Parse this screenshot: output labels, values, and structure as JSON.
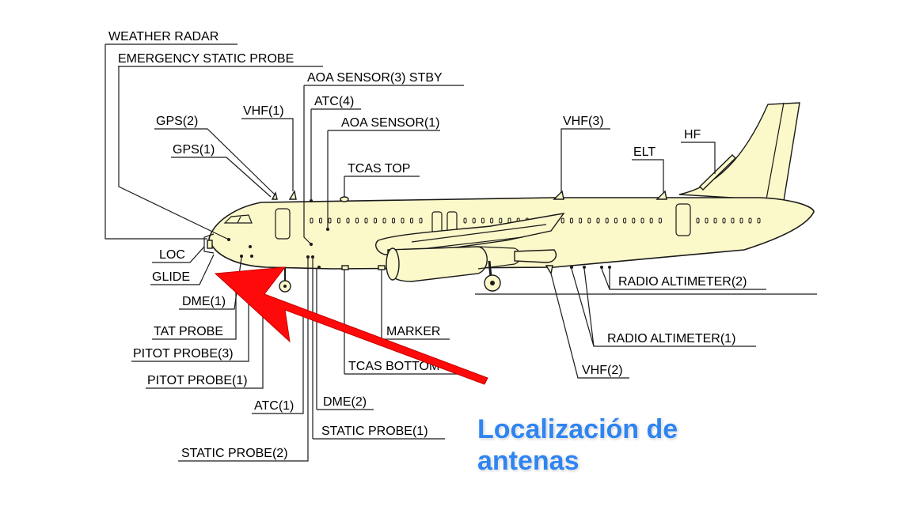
{
  "labels": {
    "weather_radar": "WEATHER RADAR",
    "emergency_static_probe": "EMERGENCY STATIC PROBE",
    "aoa_sensor_3_stby": "AOA SENSOR(3) STBY",
    "atc_4": "ATC(4)",
    "aoa_sensor_1": "AOA SENSOR(1)",
    "tcas_top": "TCAS TOP",
    "gps_2": "GPS(2)",
    "gps_1": "GPS(1)",
    "vhf_1": "VHF(1)",
    "vhf_3": "VHF(3)",
    "elt": "ELT",
    "hf": "HF",
    "loc": "LOC",
    "glide": "GLIDE",
    "dme_1": "DME(1)",
    "tat_probe": "TAT PROBE",
    "pitot_probe_3": "PITOT PROBE(3)",
    "pitot_probe_1": "PITOT PROBE(1)",
    "atc_1": "ATC(1)",
    "static_probe_2": "STATIC PROBE(2)",
    "dme_2": "DME(2)",
    "static_probe_1": "STATIC PROBE(1)",
    "marker": "MARKER",
    "tcas_bottom": "TCAS BOTTOM",
    "vhf_2": "VHF(2)",
    "radio_altimeter_1": "RADIO ALTIMETER(1)",
    "radio_altimeter_2": "RADIO ALTIMETER(2)"
  },
  "callout": {
    "line1": "Localización de",
    "line2": "antenas",
    "color": "#2f84f0"
  },
  "colors": {
    "arrow": "#ff0a0a",
    "fuselage": "#fbf8c9",
    "outline": "#1a1a1a"
  }
}
